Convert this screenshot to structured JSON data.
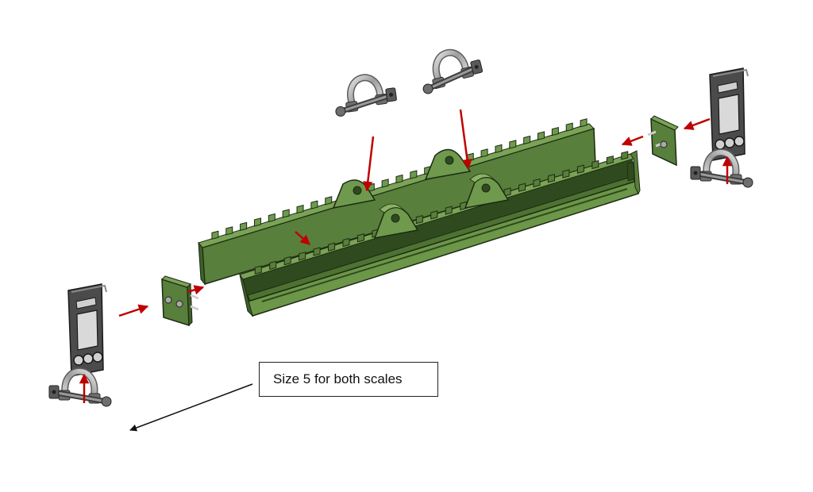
{
  "callout": {
    "text": "Size 5 for both scales"
  },
  "colors": {
    "beam_top": "#6f9a4e",
    "beam_front": "#587f3b",
    "beam_dark": "#3f5f2a",
    "beam_inner": "#2f4a1e",
    "edge": "#1c2a12",
    "arrow": "#c00000",
    "shackle_light": "#c9c9c9",
    "shackle_dark": "#6a6a6a",
    "plate_dark": "#4a4a4a",
    "plate_light": "#8a8a8a"
  },
  "parts": [
    "rear-beam",
    "front-channel-beam",
    "lifting-lug",
    "left-end-cap",
    "right-end-cap",
    "left-scale-link",
    "right-scale-link",
    "top-shackle",
    "side-shackle"
  ]
}
